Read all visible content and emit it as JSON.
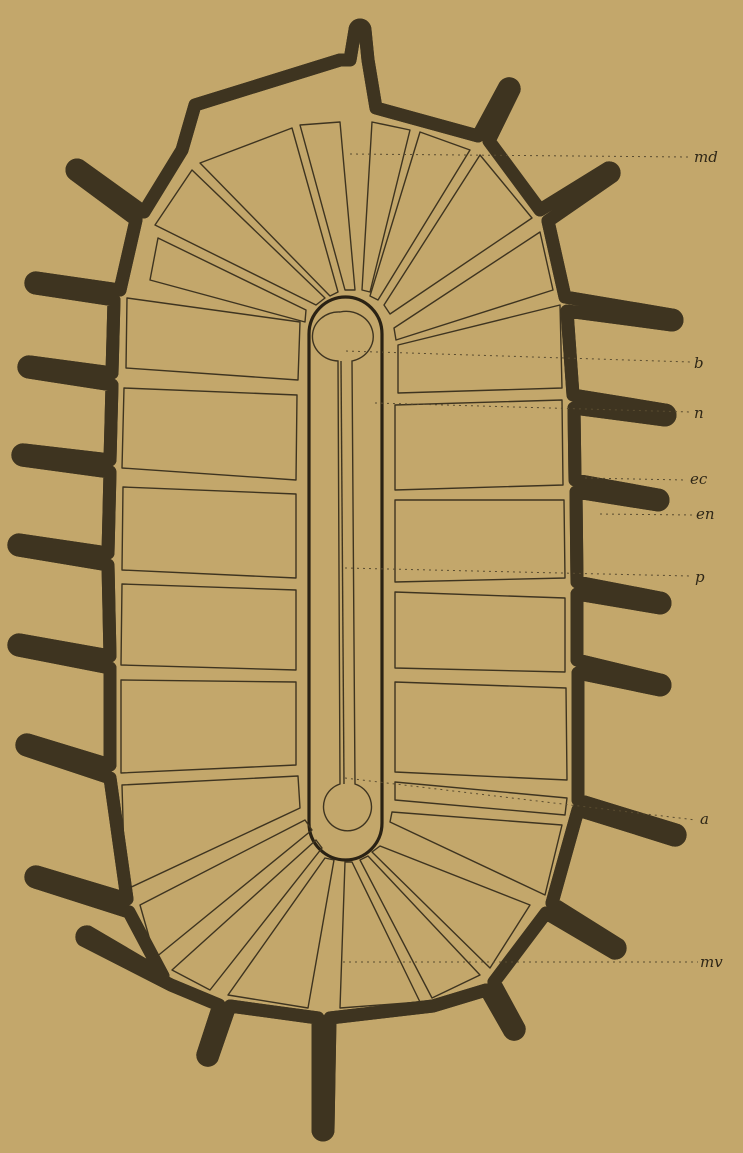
{
  "figure": {
    "background": "#c3a76b",
    "ink": "#3e3420",
    "labels": [
      {
        "id": "md",
        "text": "md"
      },
      {
        "id": "b",
        "text": "b"
      },
      {
        "id": "n",
        "text": "n"
      },
      {
        "id": "ec",
        "text": "ec"
      },
      {
        "id": "en",
        "text": "en"
      },
      {
        "id": "p",
        "text": "p"
      },
      {
        "id": "a",
        "text": "a"
      },
      {
        "id": "mv",
        "text": "mv"
      }
    ]
  }
}
